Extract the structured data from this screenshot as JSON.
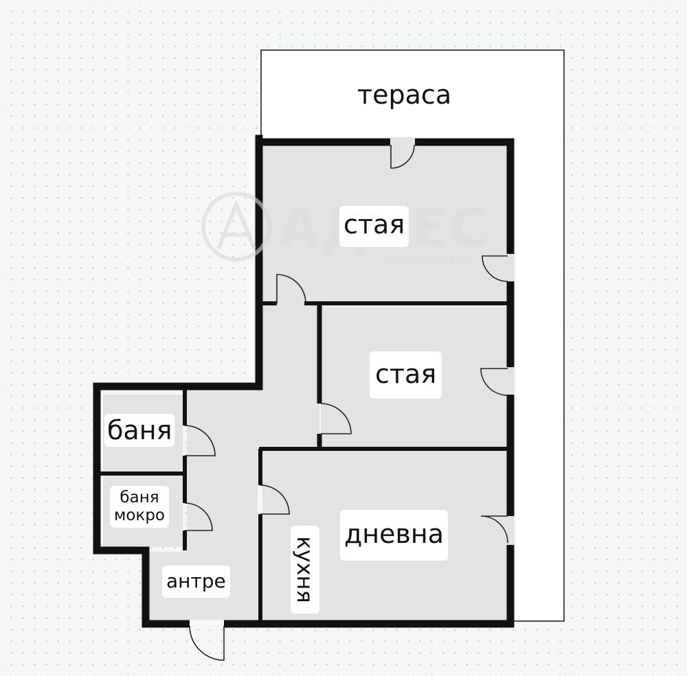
{
  "rooms": {
    "terrace": "тераса",
    "room_top": "стая",
    "room_middle": "стая",
    "bathroom": "баня",
    "wet_bath_line1": "баня",
    "wet_bath_line2": "мокро",
    "living": "дневна",
    "kitchen": "кухня",
    "hall": "антре"
  },
  "watermark": {
    "brand": "АДРЕС",
    "site": "address.bg"
  },
  "colors": {
    "wall": "#111111",
    "floor": "#e3e3e3",
    "terrace": "#ffffff",
    "background": "#f5f7f7"
  }
}
